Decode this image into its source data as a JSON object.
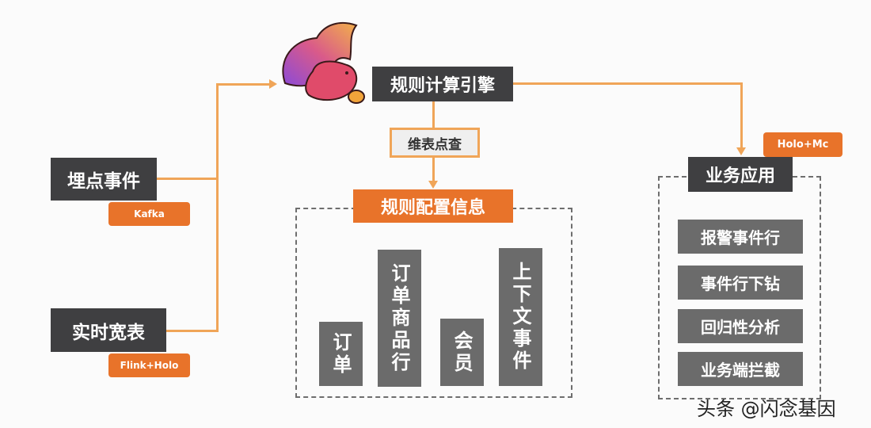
{
  "engine": {
    "label": "规则计算引擎",
    "logo": "flink-squirrel-logo"
  },
  "lookup": {
    "label": "维表点查"
  },
  "sources": [
    {
      "label": "埋点事件",
      "badge": "Kafka"
    },
    {
      "label": "实时宽表",
      "badge": "Flink+Holo"
    }
  ],
  "config": {
    "title": "规则配置信息",
    "items": [
      "订单",
      "订单商品行",
      "会员",
      "上下文事件"
    ]
  },
  "app": {
    "title": "业务应用",
    "badge": "Holo+Mc",
    "items": [
      "报警事件行",
      "事件行下钻",
      "回归性分析",
      "业务端拦截"
    ]
  },
  "watermark": "头条 @闪念基因",
  "colors": {
    "dark": "#3f3f41",
    "gray": "#6b6b6b",
    "orange": "#e8732a",
    "line": "#f0a558"
  }
}
